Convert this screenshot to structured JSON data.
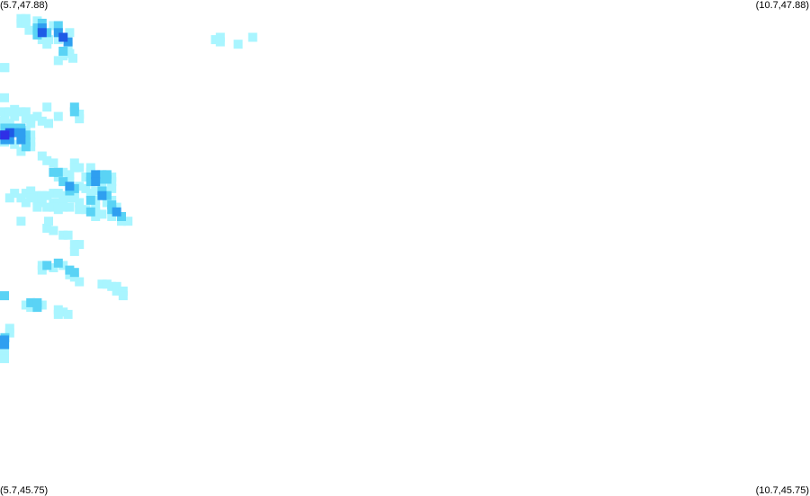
{
  "corner_labels": {
    "top_left": "(5.7,47.88)",
    "top_right": "(10.7,47.88)",
    "bottom_left": "(5.7,45.75)",
    "bottom_right": "(10.7,45.75)"
  },
  "chart_data": {
    "type": "heatmap",
    "extent": {
      "lon_min": 5.7,
      "lon_max": 10.7,
      "lat_min": 45.75,
      "lat_max": 47.88
    },
    "intensity_levels": [
      {
        "level": 1,
        "color": "#a9f5ff"
      },
      {
        "level": 2,
        "color": "#5ad3f5"
      },
      {
        "level": 3,
        "color": "#2f9ff0"
      },
      {
        "level": 4,
        "color": "#1e5be6"
      },
      {
        "level": 5,
        "color": "#2f2fe6"
      }
    ],
    "cells": [
      [
        5.83,
        47.8,
        1
      ],
      [
        5.86,
        47.8,
        1
      ],
      [
        5.83,
        47.78,
        1
      ],
      [
        5.86,
        47.78,
        1
      ],
      [
        5.93,
        47.79,
        1
      ],
      [
        5.96,
        47.78,
        2
      ],
      [
        5.93,
        47.76,
        2
      ],
      [
        5.96,
        47.76,
        3
      ],
      [
        5.96,
        47.74,
        4
      ],
      [
        5.99,
        47.74,
        2
      ],
      [
        6.0,
        47.71,
        1
      ],
      [
        5.93,
        47.73,
        2
      ],
      [
        5.96,
        47.71,
        1
      ],
      [
        6.03,
        47.77,
        1
      ],
      [
        6.06,
        47.77,
        2
      ],
      [
        6.06,
        47.74,
        3
      ],
      [
        6.09,
        47.72,
        4
      ],
      [
        6.12,
        47.7,
        3
      ],
      [
        6.06,
        47.71,
        1
      ],
      [
        6.12,
        47.68,
        1
      ],
      [
        6.09,
        47.66,
        2
      ],
      [
        6.09,
        47.64,
        1
      ],
      [
        6.13,
        47.65,
        1
      ],
      [
        6.15,
        47.63,
        1
      ],
      [
        6.06,
        47.62,
        1
      ],
      [
        6.06,
        47.74,
        1
      ],
      [
        6.13,
        47.74,
        1
      ],
      [
        5.99,
        47.69,
        1
      ],
      [
        5.88,
        47.75,
        1
      ],
      [
        7.03,
        47.71,
        1
      ],
      [
        7.06,
        47.72,
        1
      ],
      [
        7.06,
        47.7,
        1
      ],
      [
        7.17,
        47.69,
        1
      ],
      [
        7.26,
        47.72,
        1
      ],
      [
        5.7,
        47.59,
        1
      ],
      [
        5.73,
        47.59,
        1
      ],
      [
        5.7,
        47.46,
        1
      ],
      [
        5.7,
        47.4,
        1
      ],
      [
        5.73,
        47.38,
        1
      ],
      [
        5.76,
        47.4,
        1
      ],
      [
        5.79,
        47.38,
        1
      ],
      [
        5.79,
        47.41,
        1
      ],
      [
        5.83,
        47.4,
        1
      ],
      [
        5.86,
        47.4,
        1
      ],
      [
        5.86,
        47.37,
        1
      ],
      [
        5.89,
        47.37,
        1
      ],
      [
        5.89,
        47.35,
        1
      ],
      [
        5.76,
        47.35,
        1
      ],
      [
        5.73,
        47.36,
        1
      ],
      [
        5.7,
        47.36,
        1
      ],
      [
        5.99,
        47.42,
        1
      ],
      [
        5.93,
        47.38,
        1
      ],
      [
        6.0,
        47.35,
        1
      ],
      [
        6.06,
        47.38,
        1
      ],
      [
        5.96,
        47.36,
        1
      ],
      [
        5.7,
        47.33,
        1
      ],
      [
        5.73,
        47.33,
        2
      ],
      [
        5.76,
        47.33,
        2
      ],
      [
        5.79,
        47.33,
        2
      ],
      [
        5.83,
        47.33,
        2
      ],
      [
        5.86,
        47.32,
        1
      ],
      [
        5.7,
        47.3,
        4
      ],
      [
        5.73,
        47.3,
        5
      ],
      [
        5.76,
        47.31,
        4
      ],
      [
        5.79,
        47.31,
        3
      ],
      [
        5.83,
        47.31,
        3
      ],
      [
        5.86,
        47.3,
        2
      ],
      [
        5.89,
        47.3,
        1
      ],
      [
        5.73,
        47.28,
        3
      ],
      [
        5.76,
        47.28,
        3
      ],
      [
        5.83,
        47.28,
        3
      ],
      [
        5.86,
        47.27,
        2
      ],
      [
        5.79,
        47.26,
        1
      ],
      [
        5.7,
        47.27,
        1
      ],
      [
        5.86,
        47.25,
        2
      ],
      [
        5.89,
        47.25,
        1
      ],
      [
        5.89,
        47.27,
        1
      ],
      [
        5.83,
        47.23,
        1
      ],
      [
        6.16,
        47.42,
        2
      ],
      [
        6.16,
        47.4,
        2
      ],
      [
        6.19,
        47.39,
        1
      ],
      [
        6.19,
        47.37,
        1
      ],
      [
        5.96,
        47.21,
        1
      ],
      [
        5.99,
        47.19,
        1
      ],
      [
        6.03,
        47.18,
        1
      ],
      [
        6.16,
        47.18,
        1
      ],
      [
        6.19,
        47.16,
        1
      ],
      [
        6.26,
        47.16,
        1
      ],
      [
        6.26,
        47.14,
        1
      ],
      [
        6.16,
        47.16,
        1
      ],
      [
        6.09,
        47.14,
        1
      ],
      [
        6.06,
        47.14,
        2
      ],
      [
        6.03,
        47.14,
        2
      ],
      [
        6.06,
        47.12,
        1
      ],
      [
        6.13,
        47.13,
        1
      ],
      [
        6.09,
        47.1,
        2
      ],
      [
        6.13,
        47.1,
        1
      ],
      [
        6.23,
        47.12,
        1
      ],
      [
        6.26,
        47.12,
        2
      ],
      [
        6.29,
        47.13,
        3
      ],
      [
        6.33,
        47.13,
        2
      ],
      [
        6.36,
        47.13,
        2
      ],
      [
        6.39,
        47.12,
        1
      ],
      [
        6.26,
        47.1,
        2
      ],
      [
        6.29,
        47.1,
        3
      ],
      [
        6.33,
        47.11,
        2
      ],
      [
        6.36,
        47.11,
        2
      ],
      [
        6.39,
        47.1,
        1
      ],
      [
        6.33,
        47.09,
        1
      ],
      [
        6.39,
        47.07,
        1
      ],
      [
        6.13,
        47.08,
        3
      ],
      [
        6.16,
        47.07,
        2
      ],
      [
        6.19,
        47.08,
        1
      ],
      [
        6.13,
        47.06,
        2
      ],
      [
        6.16,
        47.05,
        1
      ],
      [
        6.23,
        47.07,
        1
      ],
      [
        6.26,
        47.05,
        1
      ],
      [
        6.29,
        47.06,
        1
      ],
      [
        6.33,
        47.06,
        2
      ],
      [
        6.36,
        47.06,
        1
      ],
      [
        6.33,
        47.04,
        3
      ],
      [
        6.36,
        47.04,
        2
      ],
      [
        6.26,
        47.02,
        2
      ],
      [
        6.29,
        47.02,
        1
      ],
      [
        6.36,
        47.01,
        1
      ],
      [
        6.39,
        47.02,
        1
      ],
      [
        6.39,
        47.0,
        2
      ],
      [
        6.39,
        46.98,
        2
      ],
      [
        6.42,
        46.99,
        1
      ],
      [
        6.42,
        46.97,
        3
      ],
      [
        6.45,
        46.95,
        2
      ],
      [
        6.45,
        46.93,
        1
      ],
      [
        6.49,
        46.93,
        1
      ],
      [
        6.39,
        46.95,
        1
      ],
      [
        6.29,
        46.99,
        1
      ],
      [
        6.26,
        46.97,
        2
      ],
      [
        6.29,
        46.97,
        1
      ],
      [
        6.29,
        46.95,
        1
      ],
      [
        6.23,
        46.98,
        1
      ],
      [
        6.33,
        46.96,
        1
      ],
      [
        6.19,
        46.98,
        1
      ],
      [
        6.19,
        47.01,
        1
      ],
      [
        5.79,
        47.05,
        1
      ],
      [
        5.76,
        47.03,
        1
      ],
      [
        5.83,
        47.03,
        1
      ],
      [
        5.86,
        47.05,
        1
      ],
      [
        5.89,
        47.06,
        1
      ],
      [
        5.93,
        47.04,
        1
      ],
      [
        5.96,
        47.04,
        1
      ],
      [
        5.99,
        47.04,
        1
      ],
      [
        6.03,
        47.05,
        1
      ],
      [
        6.06,
        47.05,
        1
      ],
      [
        6.09,
        47.04,
        1
      ],
      [
        6.13,
        47.03,
        1
      ],
      [
        6.16,
        47.03,
        1
      ],
      [
        5.89,
        47.03,
        1
      ],
      [
        5.93,
        47.02,
        1
      ],
      [
        5.96,
        47.01,
        1
      ],
      [
        6.03,
        47.01,
        1
      ],
      [
        6.06,
        47.01,
        1
      ],
      [
        6.09,
        47.01,
        1
      ],
      [
        6.09,
        46.99,
        1
      ],
      [
        6.13,
        46.99,
        1
      ],
      [
        5.99,
        46.99,
        1
      ],
      [
        6.03,
        46.99,
        1
      ],
      [
        6.06,
        46.98,
        1
      ],
      [
        5.86,
        47.01,
        1
      ],
      [
        5.93,
        46.99,
        1
      ],
      [
        5.83,
        46.93,
        1
      ],
      [
        5.99,
        46.9,
        1
      ],
      [
        6.03,
        46.89,
        1
      ],
      [
        6.09,
        46.87,
        1
      ],
      [
        6.12,
        46.87,
        1
      ],
      [
        6.0,
        46.93,
        1
      ],
      [
        6.16,
        46.83,
        1
      ],
      [
        6.19,
        46.83,
        1
      ],
      [
        6.16,
        46.8,
        1
      ],
      [
        6.06,
        46.75,
        2
      ],
      [
        6.03,
        46.73,
        1
      ],
      [
        5.99,
        46.74,
        2
      ],
      [
        5.96,
        46.72,
        1
      ],
      [
        5.96,
        46.74,
        1
      ],
      [
        6.09,
        46.74,
        1
      ],
      [
        6.13,
        46.72,
        2
      ],
      [
        6.16,
        46.71,
        2
      ],
      [
        6.16,
        46.69,
        1
      ],
      [
        6.19,
        46.67,
        1
      ],
      [
        6.13,
        46.7,
        1
      ],
      [
        6.33,
        46.66,
        1
      ],
      [
        6.36,
        46.66,
        1
      ],
      [
        6.39,
        46.65,
        1
      ],
      [
        6.42,
        46.65,
        1
      ],
      [
        6.42,
        46.63,
        1
      ],
      [
        6.46,
        46.63,
        1
      ],
      [
        6.46,
        46.61,
        1
      ],
      [
        5.7,
        46.61,
        2
      ],
      [
        5.89,
        46.58,
        2
      ],
      [
        5.93,
        46.58,
        2
      ],
      [
        5.96,
        46.57,
        1
      ],
      [
        5.89,
        46.56,
        1
      ],
      [
        5.86,
        46.57,
        1
      ],
      [
        5.93,
        46.56,
        2
      ],
      [
        6.06,
        46.55,
        1
      ],
      [
        6.09,
        46.54,
        1
      ],
      [
        6.06,
        46.53,
        1
      ],
      [
        6.12,
        46.53,
        1
      ],
      [
        5.76,
        46.47,
        1
      ],
      [
        5.76,
        46.45,
        1
      ],
      [
        5.73,
        46.43,
        2
      ],
      [
        5.7,
        46.42,
        3
      ],
      [
        5.7,
        46.4,
        3
      ],
      [
        5.73,
        46.4,
        1
      ],
      [
        5.7,
        46.38,
        1
      ],
      [
        5.7,
        46.36,
        1
      ],
      [
        5.7,
        46.34,
        1
      ]
    ]
  }
}
